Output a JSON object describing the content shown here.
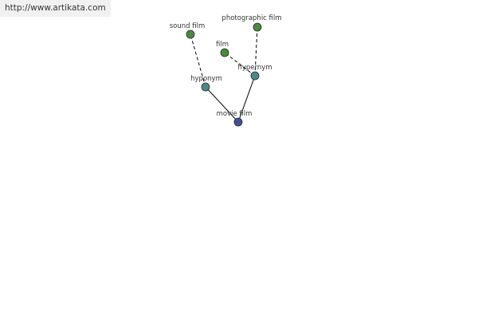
{
  "source": {
    "url": "http://www.artikata.com"
  },
  "colors": {
    "background": "#ffffff",
    "banner": "#f1f1f1",
    "text": "#333333",
    "edge": "#000000",
    "node_outline": "#2a2a2a",
    "root_node": "#3f4f99",
    "relation_node": "#4a8a8a",
    "term_node": "#4a8a3e"
  },
  "graph": {
    "nodes": [
      {
        "key": "sound_film",
        "label": "sound film",
        "kind": "term"
      },
      {
        "key": "photographic_film",
        "label": "photographic film",
        "kind": "term"
      },
      {
        "key": "film",
        "label": "film",
        "kind": "term"
      },
      {
        "key": "hyponym",
        "label": "hyponym",
        "kind": "relation"
      },
      {
        "key": "hypernym",
        "label": "hypernym",
        "kind": "relation"
      },
      {
        "key": "movie_film",
        "label": "movie film",
        "kind": "root"
      }
    ],
    "edges": [
      {
        "from": "movie_film",
        "to": "hyponym",
        "style": "solid"
      },
      {
        "from": "movie_film",
        "to": "hypernym",
        "style": "solid"
      },
      {
        "from": "hyponym",
        "to": "sound_film",
        "style": "dashed"
      },
      {
        "from": "hypernym",
        "to": "photographic_film",
        "style": "dashed"
      },
      {
        "from": "hypernym",
        "to": "film",
        "style": "dashed"
      }
    ]
  }
}
